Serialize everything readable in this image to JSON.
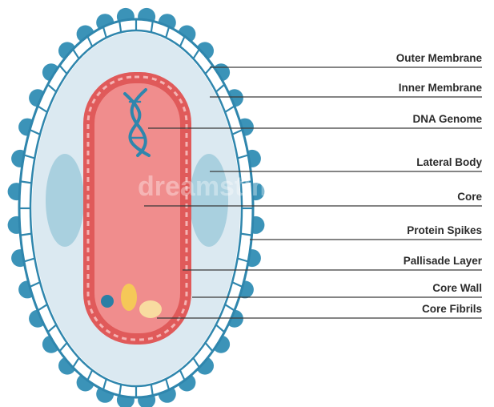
{
  "labels": [
    {
      "id": "outer-membrane",
      "text": "Outer Membrane"
    },
    {
      "id": "inner-membrane",
      "text": "Inner Membrane"
    },
    {
      "id": "dna-genome",
      "text": "DNA Genome"
    },
    {
      "id": "lateral-body",
      "text": "Lateral Body"
    },
    {
      "id": "core",
      "text": "Core"
    },
    {
      "id": "protein-spikes",
      "text": "Protein Spikes"
    },
    {
      "id": "pallisade-layer",
      "text": "Pallisade Layer"
    },
    {
      "id": "core-wall",
      "text": "Core Wall"
    },
    {
      "id": "core-fibrils",
      "text": "Core Fibrils"
    }
  ],
  "watermark": "dreamstime.",
  "colors": {
    "spike": "#3b93b8",
    "outer_wall": "#ffffff",
    "outline": "#2f86ad",
    "cytoplasm": "#dbe9f1",
    "lateral_body": "#a9d0df",
    "core_wall": "#e05a5a",
    "core": "#f08d8d",
    "dna": "#2f86ad",
    "fibril_yellow": "#f5c858",
    "fibril_light": "#f8dca0",
    "fibril_blue": "#2a7fa5",
    "leader": "#3a3a3a"
  }
}
